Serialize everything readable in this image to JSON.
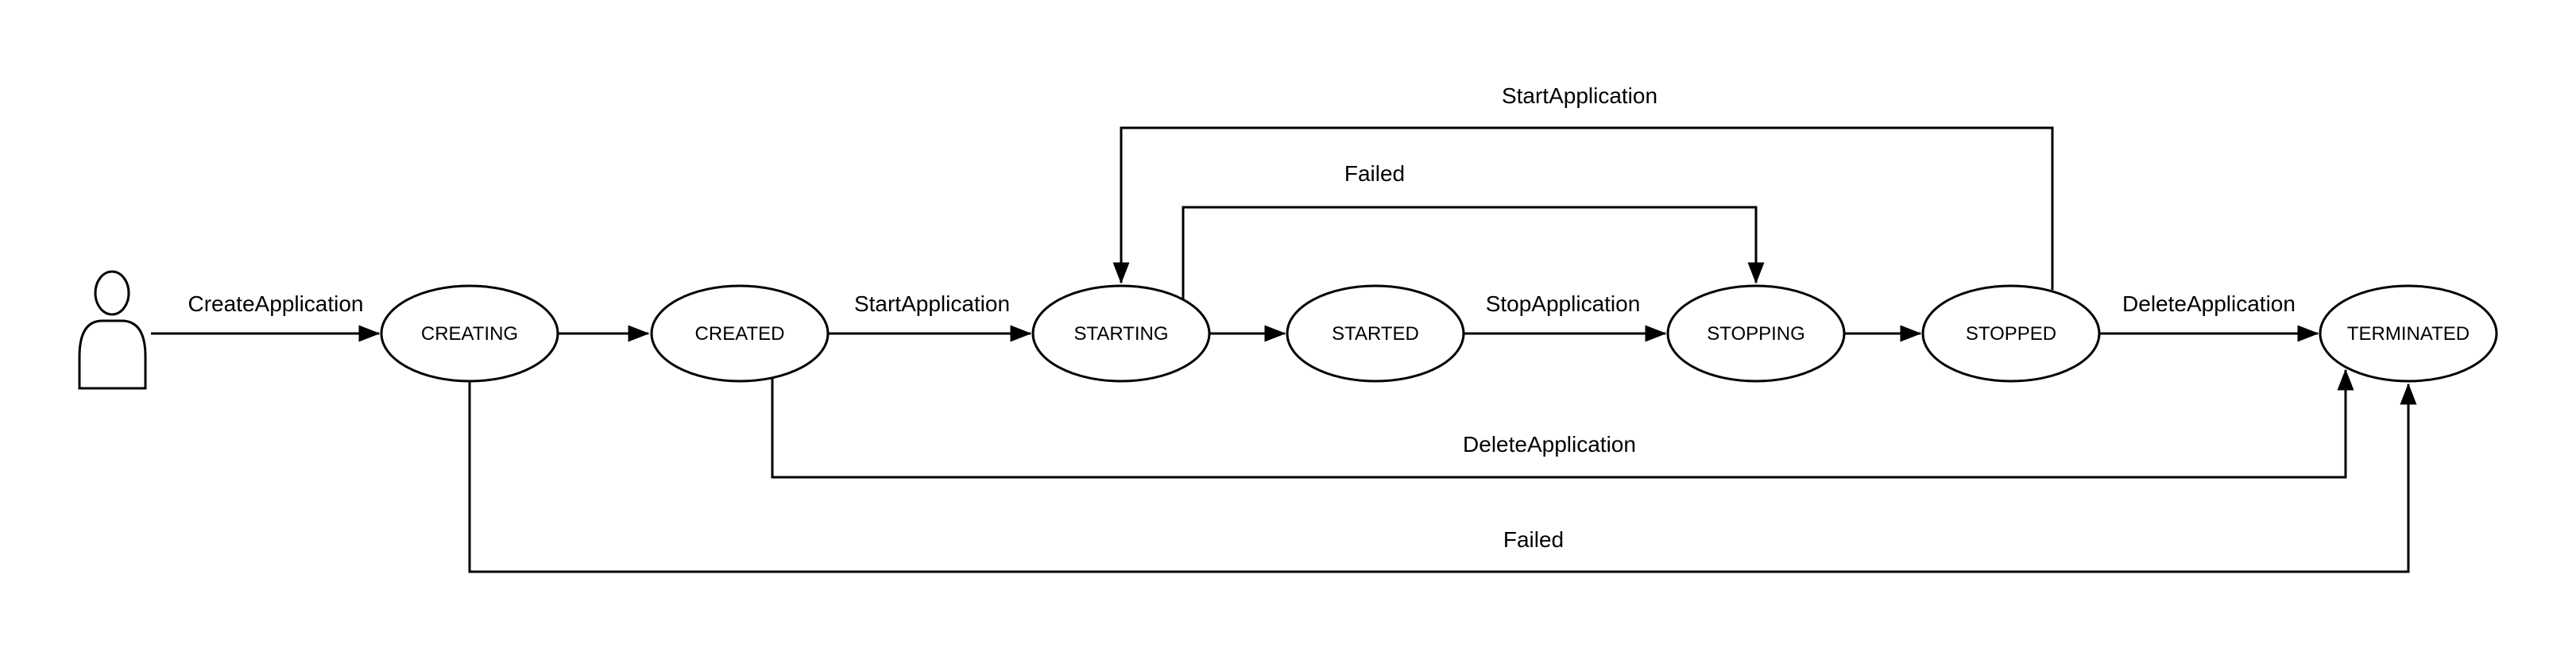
{
  "diagram": {
    "type": "state-machine",
    "background_color": "#ffffff",
    "stroke_color": "#000000",
    "text_color": "#000000"
  },
  "actor": {
    "icon": "person-actor-icon"
  },
  "states": [
    {
      "label": "CREATING"
    },
    {
      "label": "CREATED"
    },
    {
      "label": "STARTING"
    },
    {
      "label": "STARTED"
    },
    {
      "label": "STOPPING"
    },
    {
      "label": "STOPPED"
    },
    {
      "label": "TERMINATED"
    }
  ],
  "transitions": [
    {
      "label": "CreateApplication",
      "from": "actor",
      "to": "CREATING"
    },
    {
      "label": "",
      "from": "CREATING",
      "to": "CREATED"
    },
    {
      "label": "StartApplication",
      "from": "CREATED",
      "to": "STARTING"
    },
    {
      "label": "",
      "from": "STARTING",
      "to": "STARTED"
    },
    {
      "label": "StopApplication",
      "from": "STARTED",
      "to": "STOPPING"
    },
    {
      "label": "",
      "from": "STOPPING",
      "to": "STOPPED"
    },
    {
      "label": "DeleteApplication",
      "from": "STOPPED",
      "to": "TERMINATED"
    },
    {
      "label": "StartApplication",
      "from": "STOPPED",
      "to": "STARTING"
    },
    {
      "label": "Failed",
      "from": "STARTING",
      "to": "STOPPING"
    },
    {
      "label": "DeleteApplication",
      "from": "CREATED",
      "to": "TERMINATED"
    },
    {
      "label": "Failed",
      "from": "CREATING",
      "to": "TERMINATED"
    }
  ]
}
